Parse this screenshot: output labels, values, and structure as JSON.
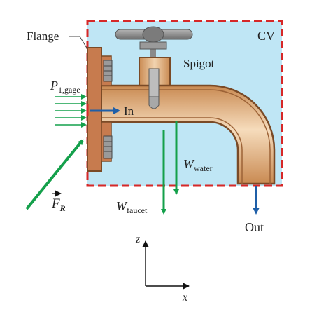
{
  "labels": {
    "flange": "Flange",
    "cv": "CV",
    "spigot": "Spigot",
    "pressure_main": "P",
    "pressure_sub": "1,gage",
    "inlet": "In",
    "water_main": "W",
    "water_sub": "water",
    "faucet_main": "W",
    "faucet_sub": "faucet",
    "force_main": "F",
    "force_sub": "R",
    "outlet": "Out",
    "axis_z": "z",
    "axis_x": "x"
  },
  "colors": {
    "control_volume_fill": "#bfe6f5",
    "control_volume_border": "#d62828",
    "pipe_fill": "#e3b98a",
    "pipe_outline": "#7a4a26",
    "flange_fill": "#c77b4e",
    "handle": "#8a8a8a",
    "force_arrow": "#14a04b",
    "flow_arrow": "#1f5fa8"
  }
}
